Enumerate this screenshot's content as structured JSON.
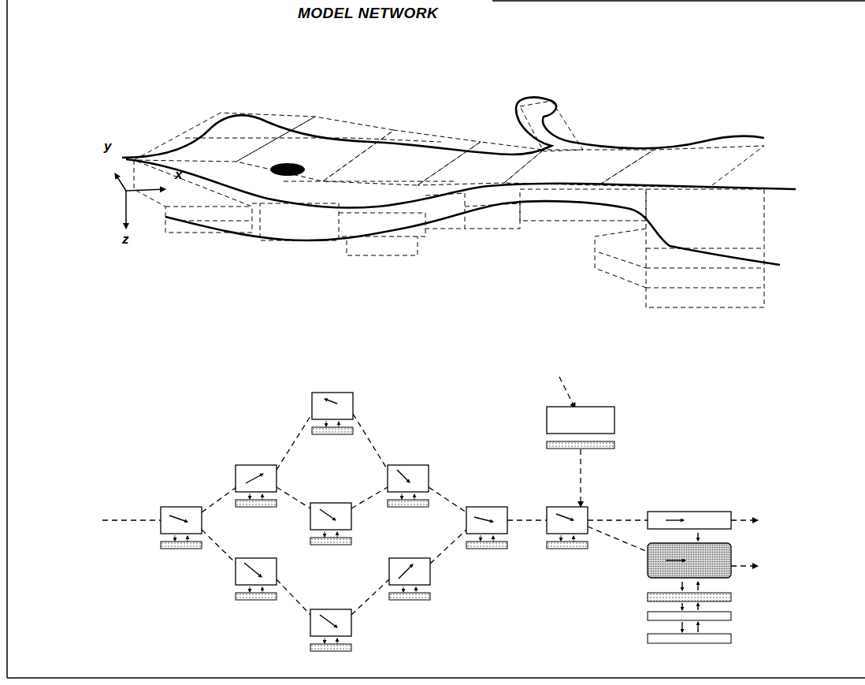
{
  "diagram": {
    "title": "MODEL NETWORK",
    "labels": [
      "y",
      "x",
      "z"
    ]
  }
}
